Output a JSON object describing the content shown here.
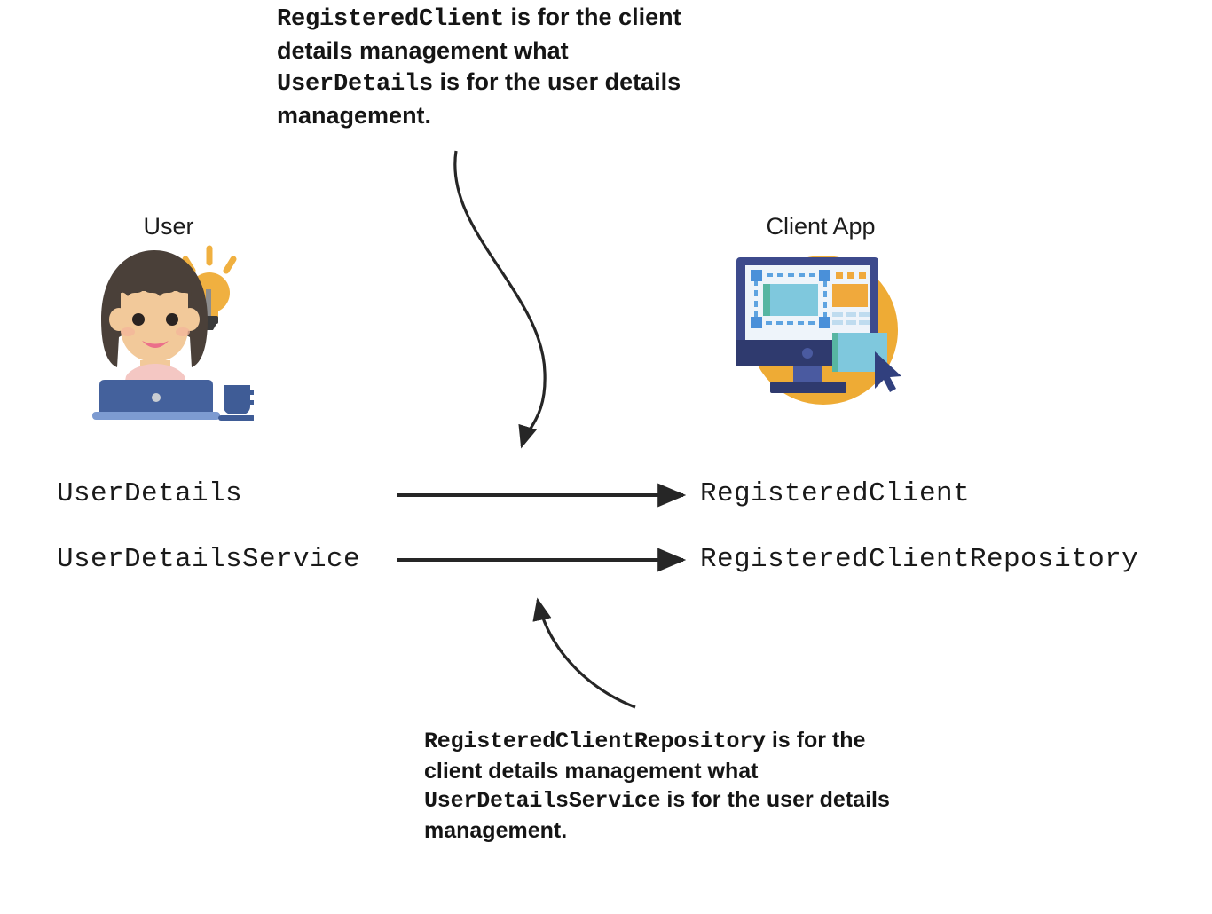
{
  "diagram": {
    "title": "UserDetails to RegisteredClient analogy diagram",
    "background_color": "#ffffff",
    "ink_color": "#1a1a1a"
  },
  "actors": [
    {
      "id": "user",
      "label": "User",
      "icon": "woman-at-laptop-with-lightbulb-icon",
      "colors": {
        "hair": "#4a4039",
        "skin": "#f2c99a",
        "shirt": "#f4c7c3",
        "laptop": "#44619c",
        "laptop_base": "#7d9bd1",
        "mug": "#3f5c96",
        "bulb": "#f0b040",
        "mouth": "#eb6f8a"
      }
    },
    {
      "id": "client-app",
      "label": "Client App",
      "icon": "desktop-monitor-app-icon",
      "colors": {
        "circle": "#eeab35",
        "monitor_frame": "#3d4a8c",
        "monitor_body": "#2f3a6e",
        "screen": "#eef4fa",
        "panel_orange": "#f0a93c",
        "panel_cyan": "#7fc8dd",
        "panel_green_edge": "#57b6a2",
        "cursor": "#31407e",
        "handles": "#4a90d9"
      }
    }
  ],
  "captions": [
    {
      "id": "caption-top",
      "segments": [
        {
          "text": "RegisteredClient",
          "style": "code"
        },
        {
          "text": " is for the client details management what ",
          "style": "plain"
        },
        {
          "text": "UserDetails",
          "style": "code"
        },
        {
          "text": " is for the user details management.",
          "style": "plain"
        }
      ],
      "plain_text": "RegisteredClient is for the client details management what UserDetails is for the user details management."
    },
    {
      "id": "caption-bottom",
      "segments": [
        {
          "text": "RegisteredClientRepository",
          "style": "code"
        },
        {
          "text": " is for the client details management what ",
          "style": "plain"
        },
        {
          "text": "UserDetailsService",
          "style": "code"
        },
        {
          "text": " is for the user details management.",
          "style": "plain"
        }
      ],
      "plain_text": "RegisteredClientRepository is for the client details management what UserDetailsService is for the user details management."
    }
  ],
  "mappings": [
    {
      "left": "UserDetails",
      "right": "RegisteredClient",
      "arrow": "right-arrow"
    },
    {
      "left": "UserDetailsService",
      "right": "RegisteredClientRepository",
      "arrow": "right-arrow"
    }
  ],
  "connectors": [
    {
      "id": "top-callout-curve",
      "type": "curved-arrow",
      "from": "caption-top",
      "to": "mapping-row-0",
      "direction": "down",
      "arrowhead": "filled-triangle"
    },
    {
      "id": "bottom-callout-curve",
      "type": "curved-arrow",
      "from": "caption-bottom",
      "to": "mapping-row-1",
      "direction": "up",
      "arrowhead": "filled-triangle"
    }
  ]
}
